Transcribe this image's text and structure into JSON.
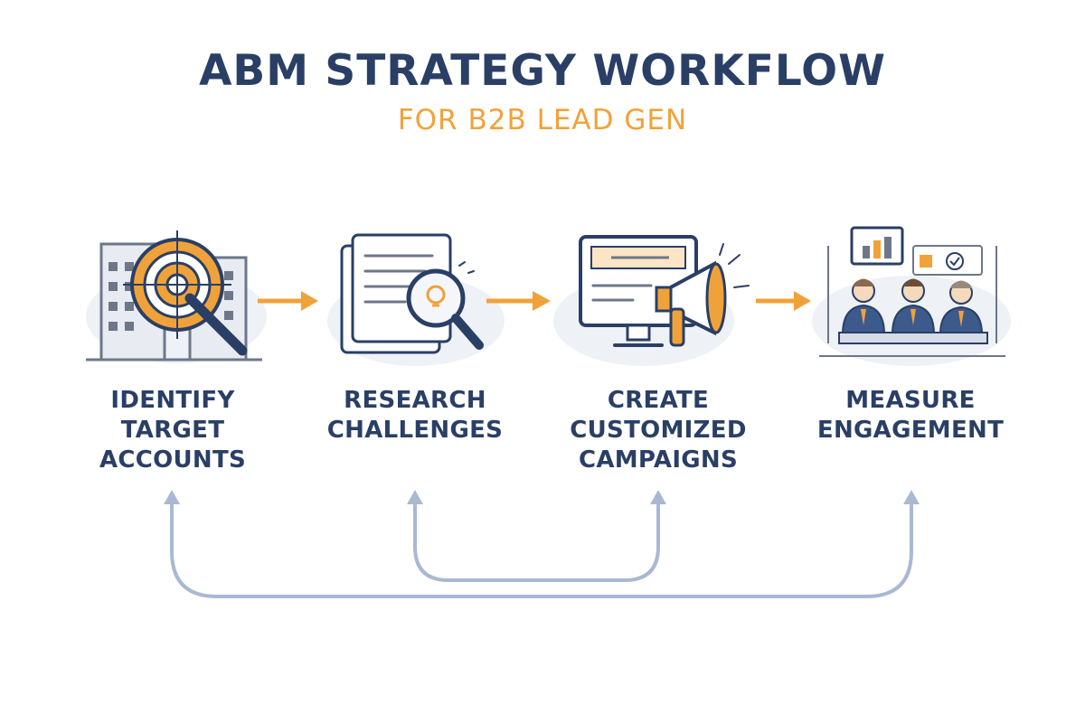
{
  "header": {
    "title": "ABM STRATEGY WORKFLOW",
    "subtitle": "FOR B2B LEAD GEN"
  },
  "colors": {
    "navy": "#2a3f66",
    "orange": "#f0a23a",
    "loop": "#a9b9d3",
    "blob": "#eef1f6"
  },
  "steps": [
    {
      "lines": [
        "IDENTIFY",
        "TARGET",
        "ACCOUNTS"
      ],
      "icon": "building-target-icon"
    },
    {
      "lines": [
        "RESEARCH",
        "CHALLENGES"
      ],
      "icon": "document-magnifier-icon"
    },
    {
      "lines": [
        "CREATE",
        "CUSTOMIZED",
        "CAMPAIGNS"
      ],
      "icon": "monitor-megaphone-icon"
    },
    {
      "lines": [
        "MEASURE",
        "ENGAGEMENT"
      ],
      "icon": "team-analytics-icon"
    }
  ]
}
